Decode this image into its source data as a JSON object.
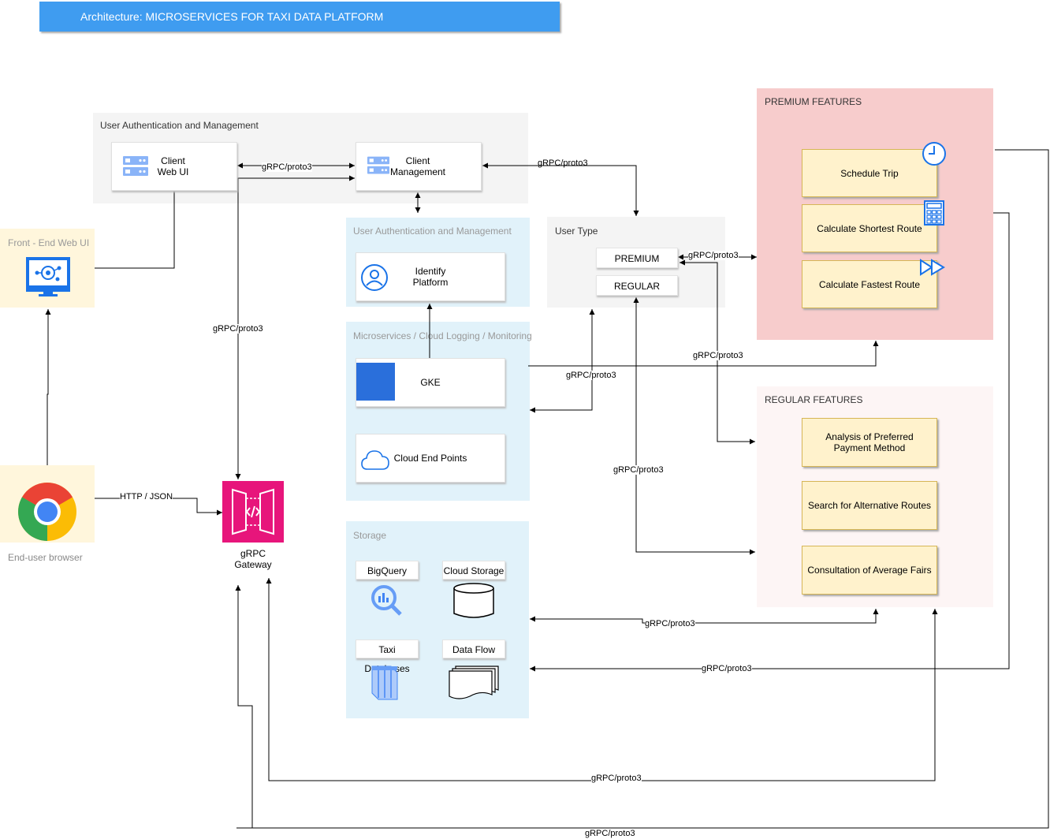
{
  "title": "Architecture: MICROSERVICES FOR TAXI DATA PLATFORM",
  "groups": {
    "auth_top": "User Authentication and Management",
    "auth_blue": "User Authentication and Management",
    "microservices": "Microservices / Cloud Logging / Monitoring",
    "storage": "Storage",
    "user_type": "User Type",
    "premium": "PREMIUM FEATURES",
    "regular": "REGULAR FEATURES",
    "frontend": "Front - End Web UI"
  },
  "nodes": {
    "client_web_ui": "Client\nWeb UI",
    "client_management": "Client\nManagement",
    "identify_platform": "Identify\nPlatform",
    "gke": "GKE",
    "cloud_endpoints": "Cloud End Points",
    "premium": "PREMIUM",
    "regular": "REGULAR",
    "bigquery": "BigQuery",
    "cloud_storage": "Cloud Storage",
    "taxi_databases": "Taxi Databases",
    "data_flow": "Data Flow",
    "end_user_browser": "End-user  browser",
    "grpc_gateway": "gRPC\nGateway"
  },
  "premium_features": [
    "Schedule Trip",
    "Calculate Shortest Route",
    "Calculate Fastest Route"
  ],
  "regular_features": [
    "Analysis of Preferred\nPayment Method",
    "Search for Alternative Routes",
    "Consultation of Average Fairs"
  ],
  "edges": {
    "grpc": "gRPC/proto3",
    "http": "HTTP / JSON"
  },
  "colors": {
    "title_bar": "#3f9cf0",
    "premium_bg": "#f7cccc",
    "feature_fill": "#fff2cc",
    "gateway": "#e7157b",
    "gke": "#2a6fdb"
  },
  "icons": [
    "server-icon",
    "monitor-network-icon",
    "chrome-icon",
    "api-gateway-icon",
    "user-circle-icon",
    "cloud-icon",
    "bigquery-icon",
    "cylinder-icon",
    "table-icon",
    "stacked-docs-icon",
    "clock-icon",
    "calculator-icon",
    "fast-forward-icon"
  ]
}
